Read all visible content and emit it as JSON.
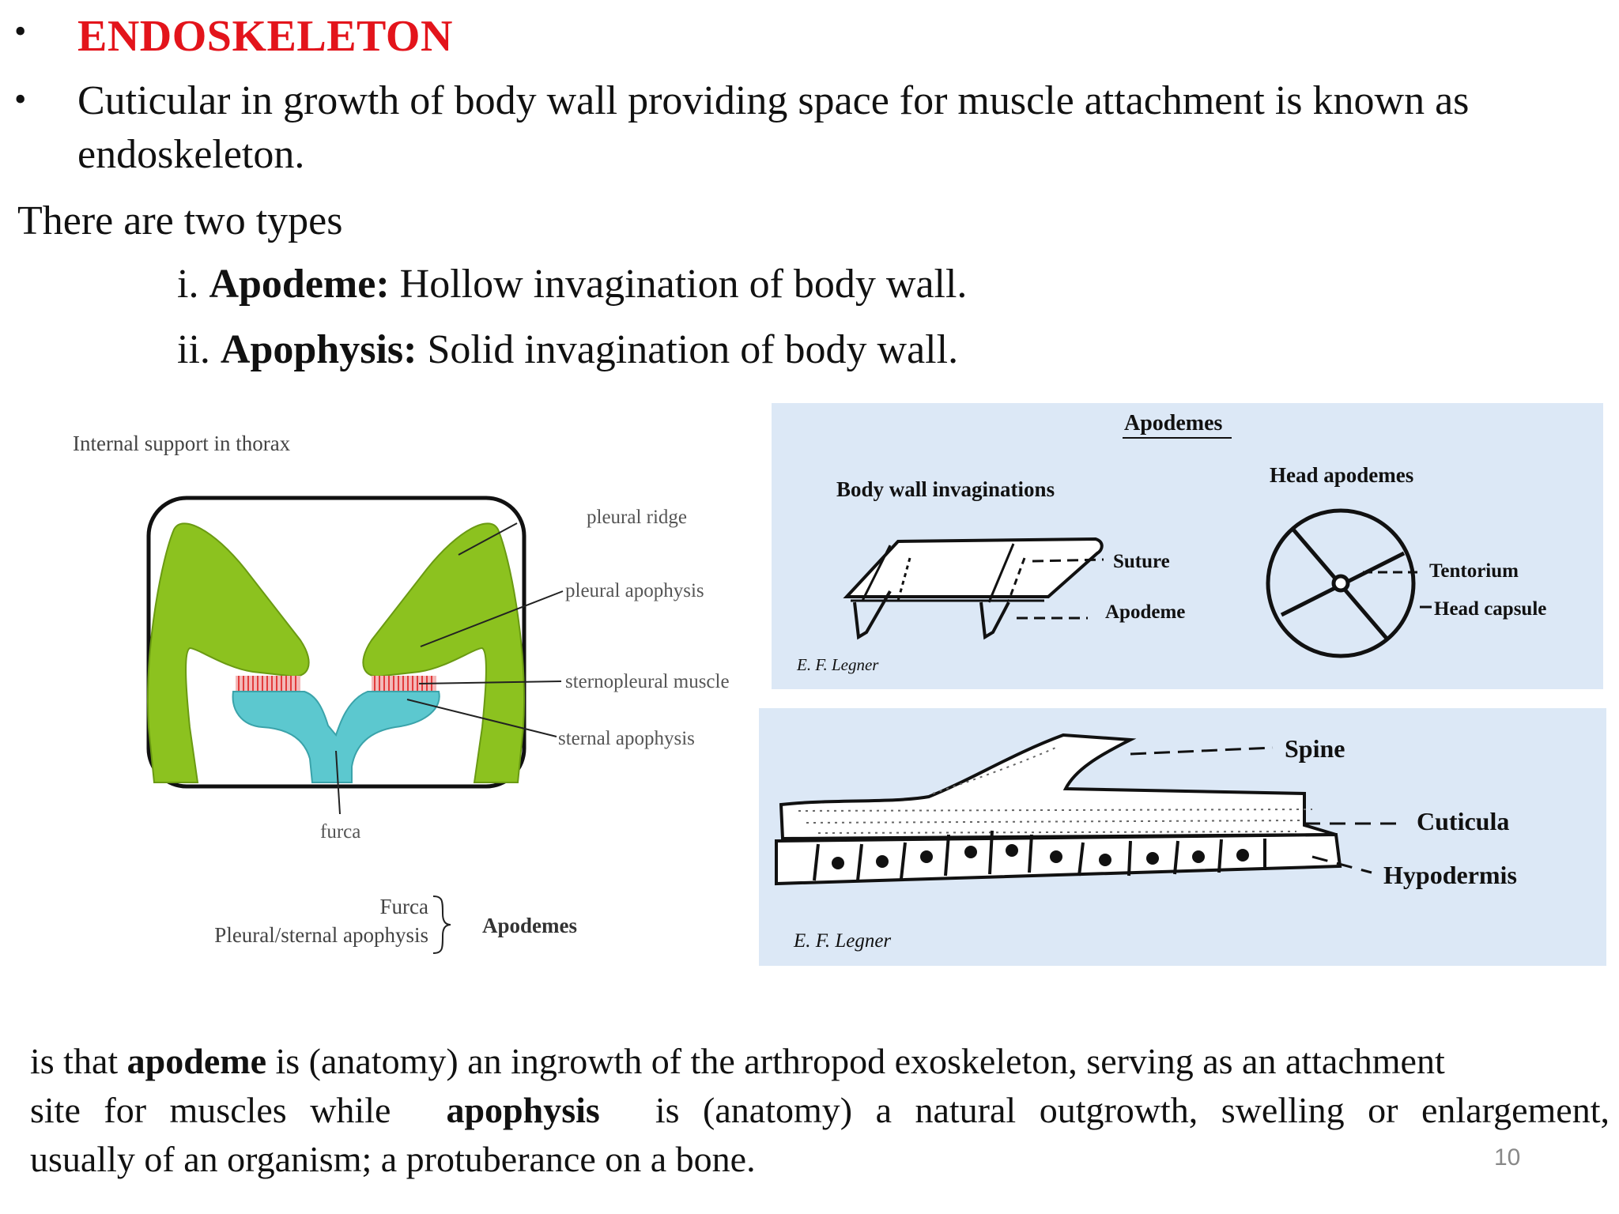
{
  "title": "ENDOSKELETON",
  "bullet_char": "•",
  "definition": {
    "line1": "Cuticular in growth of body wall providing space for muscle attachment is known as",
    "line2": "endoskeleton."
  },
  "types_intro": "There are two types",
  "types": [
    {
      "num": "i.",
      "term": "Apodeme:",
      "desc": "Hollow invagination of body wall."
    },
    {
      "num": "ii.",
      "term": "Apophysis:",
      "desc": "Solid invagination of body wall."
    }
  ],
  "thorax_figure": {
    "title": "Internal support in thorax",
    "labels": {
      "pleural_ridge": "pleural ridge",
      "pleural_apophysis": "pleural apophysis",
      "sternopleural_muscle": "sternopleural muscle",
      "sternal_apophysis": "sternal apophysis",
      "furca": "furca"
    },
    "legend": {
      "item1": "Furca",
      "item2": "Pleural/sternal apophysis",
      "group": "Apodemes"
    },
    "colors": {
      "pleural": "#8cc21f",
      "sternal": "#5cc8cf",
      "muscle": "#e23c3c"
    }
  },
  "apodemes_figure": {
    "title": "Apodemes",
    "left_heading": "Body wall invaginations",
    "right_heading": "Head apodemes",
    "labels": {
      "suture": "Suture",
      "apodeme": "Apodeme",
      "tentorium": "Tentorium",
      "head_capsule": "Head capsule"
    },
    "credit": "E. F. Legner"
  },
  "cuticle_figure": {
    "labels": {
      "spine": "Spine",
      "cuticula": "Cuticula",
      "hypodermis": "Hypodermis"
    },
    "credit": "E. F. Legner"
  },
  "bottom_text": {
    "line1_pre": "is that",
    "term1": "apodeme",
    "line1_post": "is (anatomy) an ingrowth of the arthropod exoskeleton, serving as an attachment",
    "line2_pre": "site for muscles while",
    "term2": "apophysis",
    "line2_post": "is (anatomy) a natural outgrowth, swelling or enlargement,",
    "line3": "usually of an organism; a protuberance on a bone."
  },
  "page_number": "10",
  "panel_color": "#dce8f6"
}
